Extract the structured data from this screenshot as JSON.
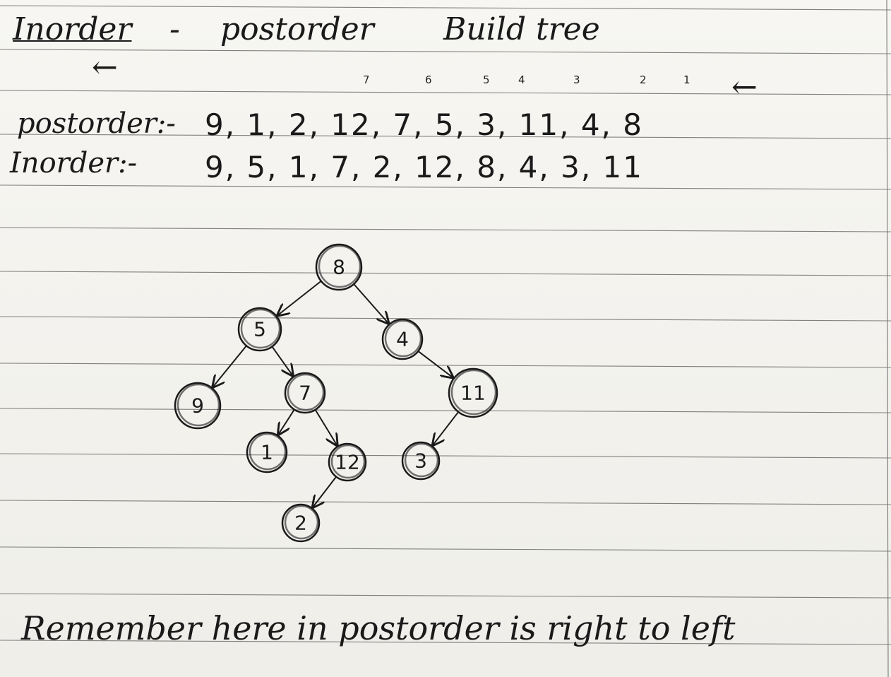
{
  "title": {
    "left": "Inorder",
    "dash": "-",
    "middle": "postorder",
    "right": "Build tree"
  },
  "arrows": {
    "left": "←",
    "right": "←"
  },
  "postorder": {
    "label": "postorder:-",
    "sequence": "9, 1, 2, 12, 7, 5, 3, 11, 4, 8",
    "index_marks": [
      "7",
      "6",
      "5",
      "4",
      "3",
      "2",
      "1"
    ]
  },
  "inorder": {
    "label": "Inorder:-",
    "sequence": "9, 5, 1, 7, 2, 12, 8, 4, 3, 11"
  },
  "tree": {
    "nodes": [
      {
        "id": "8",
        "label": "8"
      },
      {
        "id": "5",
        "label": "5"
      },
      {
        "id": "4",
        "label": "4"
      },
      {
        "id": "9",
        "label": "9"
      },
      {
        "id": "7",
        "label": "7"
      },
      {
        "id": "11",
        "label": "11"
      },
      {
        "id": "1",
        "label": "1"
      },
      {
        "id": "12",
        "label": "12"
      },
      {
        "id": "3",
        "label": "3"
      },
      {
        "id": "2",
        "label": "2"
      }
    ],
    "edges": [
      {
        "from": "8",
        "to": "5"
      },
      {
        "from": "8",
        "to": "4"
      },
      {
        "from": "5",
        "to": "9"
      },
      {
        "from": "5",
        "to": "7"
      },
      {
        "from": "4",
        "to": "11"
      },
      {
        "from": "7",
        "to": "1"
      },
      {
        "from": "7",
        "to": "12"
      },
      {
        "from": "11",
        "to": "3"
      },
      {
        "from": "12",
        "to": "2"
      }
    ]
  },
  "footer": {
    "note": "Remember here in postorder is right to left"
  }
}
